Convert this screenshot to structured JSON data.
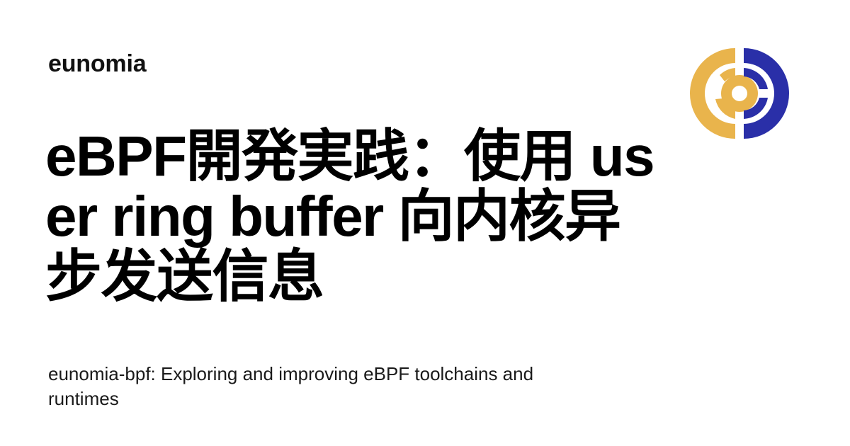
{
  "site": {
    "name": "eunomia"
  },
  "article": {
    "title": "eBPF開発実践：使用 user ring buffer 向内核异步发送信息",
    "description": "eunomia-bpf: Exploring and improving eBPF toolchains and runtimes"
  },
  "logo": {
    "icon": "eunomia-logo-icon",
    "colors": {
      "left": "#E9B44C",
      "right": "#2A2FA8"
    }
  }
}
